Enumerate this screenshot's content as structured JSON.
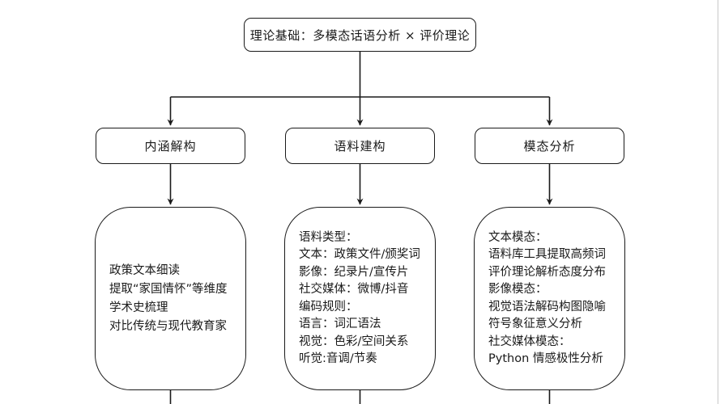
{
  "page": {
    "background_color": "#ffffff",
    "line_color": "#1a1a1a",
    "divider_color": "#c9c9c9"
  },
  "root": {
    "label": "理论基础：多模态话语分析 × 评价理论"
  },
  "branches": [
    {
      "label": "内涵解构",
      "details": [
        "政策文本细读",
        "提取“家国情怀”等维度",
        "学术史梳理",
        "对比传统与现代教育家"
      ]
    },
    {
      "label": "语料建构",
      "details": [
        "语料类型：",
        "文本：政策文件/颁奖词",
        "影像：纪录片/宣传片",
        "社交媒体：微博/抖音",
        "编码规则：",
        "语言：词汇语法",
        "视觉：色彩/空间关系",
        "听觉:音调/节奏"
      ]
    },
    {
      "label": "模态分析",
      "details": [
        "文本模态：",
        "语料库工具提取高频词",
        "评价理论解析态度分布",
        "影像模态：",
        "视觉语法解码构图隐喻",
        "符号象征意义分析",
        "社交媒体模态：",
        "Python 情感极性分析"
      ]
    }
  ]
}
